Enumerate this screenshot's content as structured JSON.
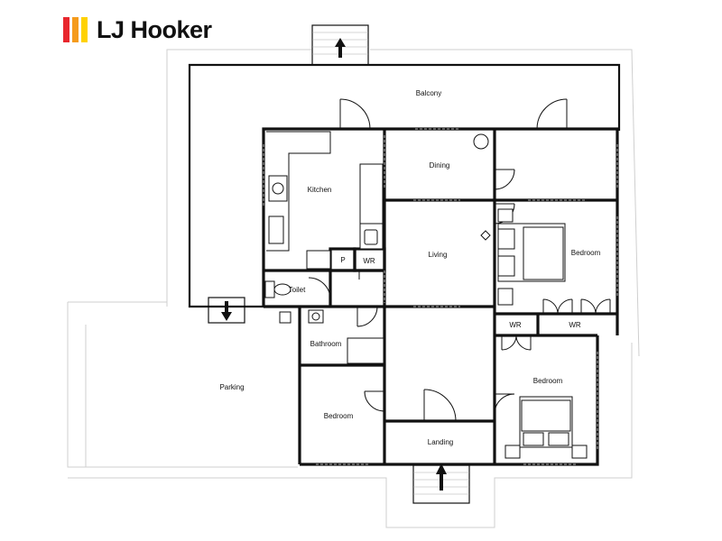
{
  "brand": {
    "name": "LJ Hooker",
    "colors": [
      "#e8262d",
      "#f59b1c",
      "#ffd200"
    ]
  },
  "rooms": {
    "balcony": "Balcony",
    "kitchen": "Kitchen",
    "dining": "Dining",
    "living": "Living",
    "bedroom_ne": "Bedroom",
    "bedroom_se": "Bedroom",
    "bedroom_sw": "Bedroom",
    "toilet": "Toilet",
    "bathroom": "Bathroom",
    "pantry": "P",
    "wr_kitchen": "WR",
    "wr_left": "WR",
    "wr_right": "WR",
    "landing": "Landing",
    "parking": "Parking"
  }
}
